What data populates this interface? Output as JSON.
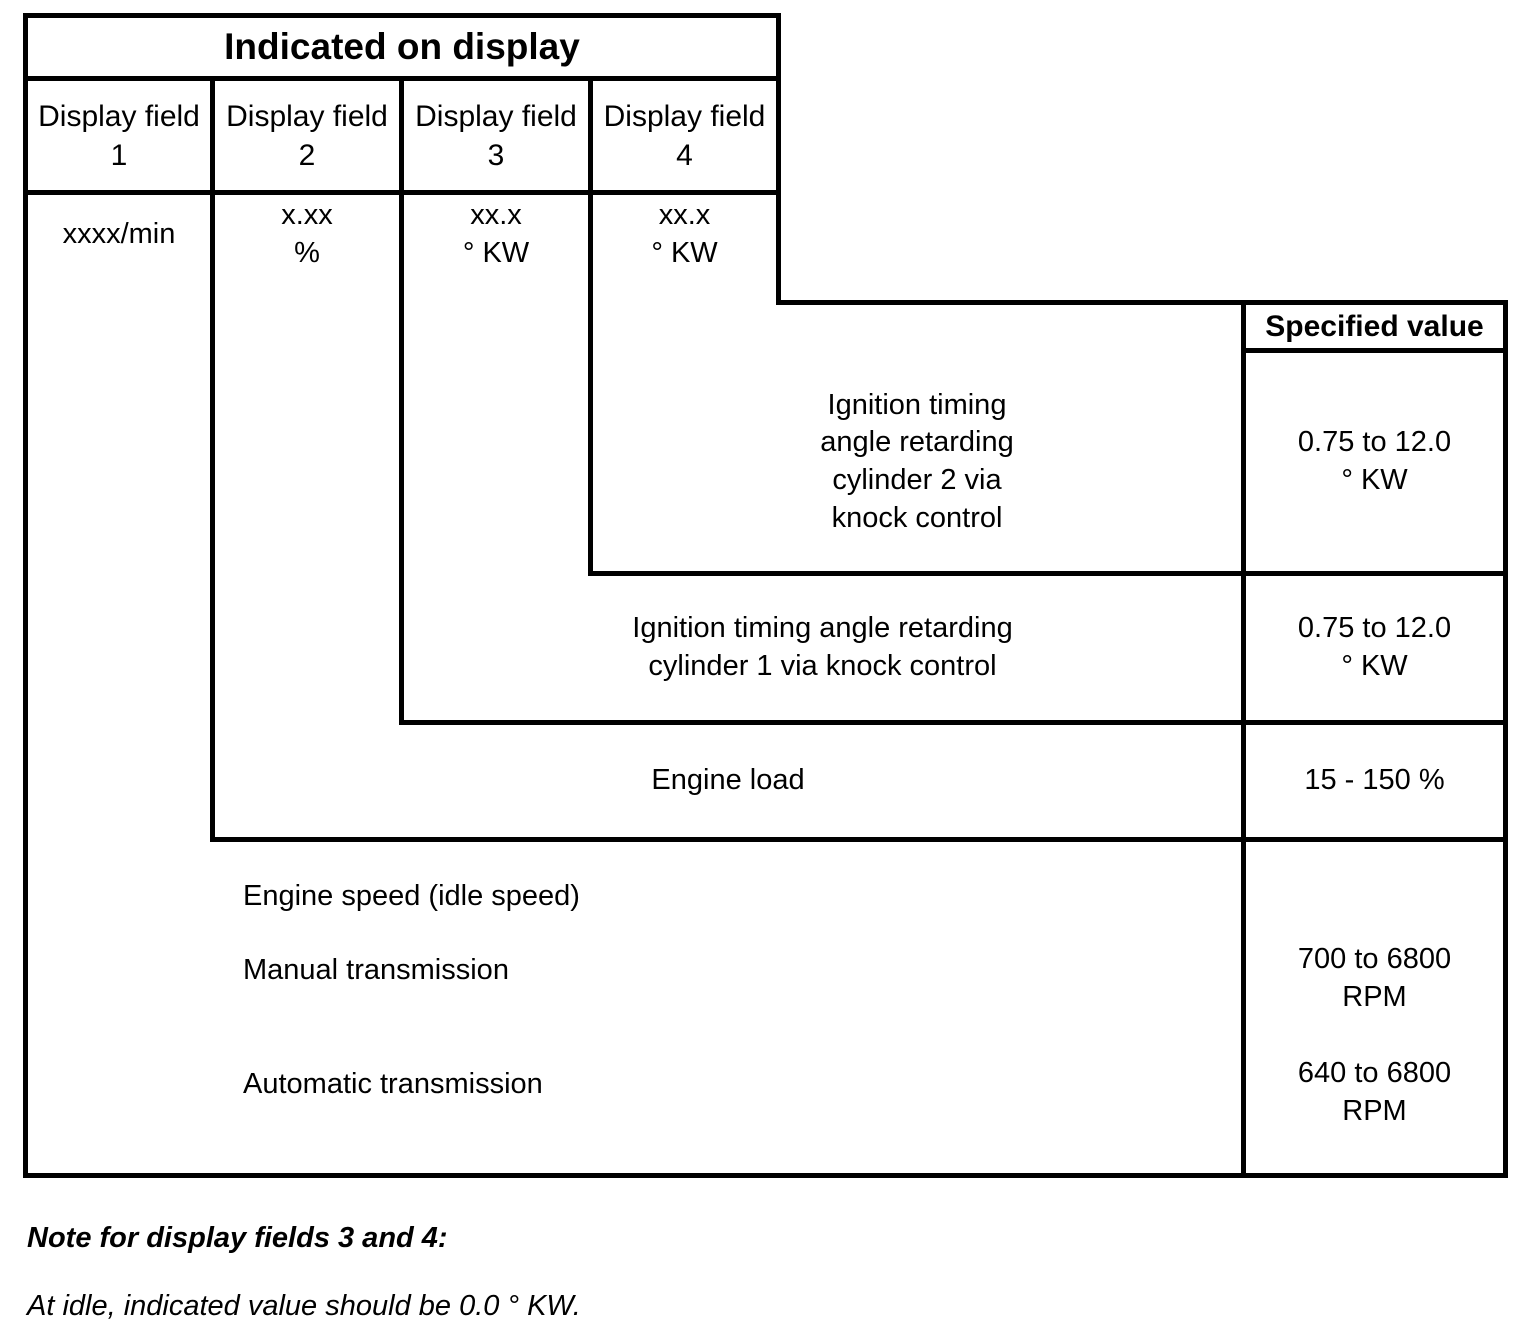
{
  "table": {
    "title": "Indicated on display",
    "spec_header": "Specified value",
    "display_fields": [
      {
        "header": "Display field\n1",
        "format": "xxxx/min"
      },
      {
        "header": "Display field\n2",
        "format": "x.xx\n%"
      },
      {
        "header": "Display field\n3",
        "format": "xx.x\n° KW"
      },
      {
        "header": "Display field\n4",
        "format": "xx.x\n° KW"
      }
    ],
    "rows": [
      {
        "label": "Ignition timing\nangle retarding\ncylinder 2 via\nknock control",
        "value": "0.75 to 12.0\n° KW"
      },
      {
        "label": "Ignition timing angle retarding\ncylinder 1 via knock control",
        "value": "0.75 to 12.0\n° KW"
      },
      {
        "label": "Engine load",
        "value": "15 - 150 %"
      }
    ],
    "engine_speed": {
      "heading": "Engine speed (idle speed)",
      "items": [
        {
          "label": "Manual transmission",
          "value": "700 to 6800\nRPM"
        },
        {
          "label": "Automatic transmission",
          "value": "640 to 6800\nRPM"
        }
      ]
    }
  },
  "notes": {
    "heading": "Note for display fields 3 and 4:",
    "body": "At idle, indicated value should be 0.0 ° KW."
  },
  "colors": {
    "line": "#000000",
    "text": "#000000",
    "background": "#ffffff"
  }
}
